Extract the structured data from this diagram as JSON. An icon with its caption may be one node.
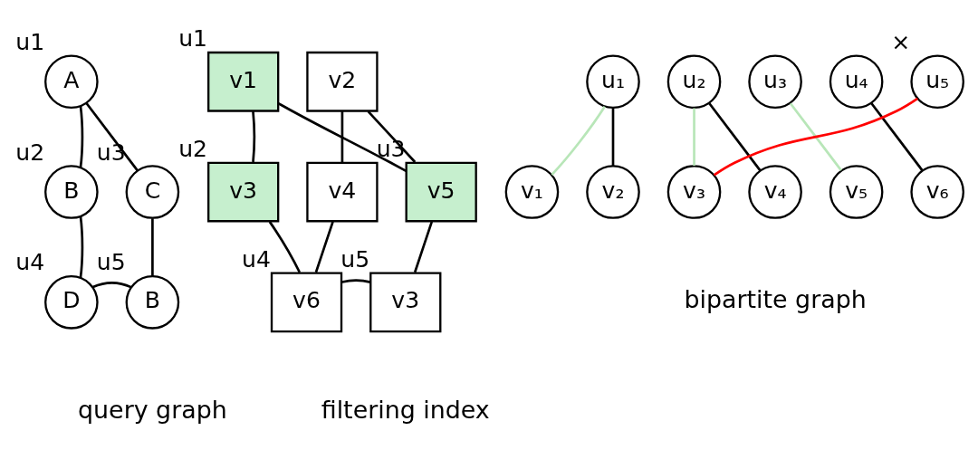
{
  "diagram": {
    "nodes": [
      {
        "text": [
          "A"
        ],
        "beside": [
          "u1"
        ]
      },
      {
        "text": [
          "B"
        ],
        "beside": [
          "u2"
        ]
      },
      {
        "text": [
          "C"
        ],
        "beside": [
          "u3"
        ]
      },
      {
        "text": [
          "D"
        ],
        "beside": [
          "u4"
        ]
      },
      {
        "text": [
          "B"
        ],
        "beside": [
          "u5"
        ]
      },
      {
        "text": [
          "v1"
        ],
        "beside": [
          "u1"
        ]
      },
      {
        "text": [
          "v2"
        ]
      },
      {
        "text": [
          "v3"
        ],
        "beside": [
          "u2"
        ]
      },
      {
        "text": [
          "v4"
        ]
      },
      {
        "text": [
          "v5"
        ],
        "beside": [
          "u3"
        ]
      },
      {
        "text": [
          "v6"
        ],
        "beside": [
          "u4"
        ]
      },
      {
        "text": [
          "v3"
        ],
        "beside": [
          "u5"
        ]
      },
      {
        "text": [
          "u₁"
        ]
      },
      {
        "text": [
          "u₂"
        ]
      },
      {
        "text": [
          "u₃"
        ]
      },
      {
        "text": [
          "u₄"
        ]
      },
      {
        "text": [
          "u₅"
        ],
        "beside": [
          "×"
        ]
      },
      {
        "text": [
          "v₁"
        ]
      },
      {
        "text": [
          "v₂"
        ]
      },
      {
        "text": [
          "v₃"
        ]
      },
      {
        "text": [
          "v₄"
        ]
      },
      {
        "text": [
          "v₅"
        ]
      },
      {
        "text": [
          "v₆"
        ]
      }
    ],
    "edges": [
      {
        "from": 0,
        "to": 1,
        "arrow": "none"
      },
      {
        "from": 0,
        "to": 2,
        "arrow": "none"
      },
      {
        "from": 1,
        "to": 3,
        "arrow": "none"
      },
      {
        "from": 2,
        "to": 4,
        "arrow": "none"
      },
      {
        "from": 3,
        "to": 4,
        "arrow": "none"
      },
      {
        "from": 5,
        "to": 7,
        "arrow": "none"
      },
      {
        "from": 5,
        "to": 9,
        "arrow": "none"
      },
      {
        "from": 6,
        "to": 8,
        "arrow": "none"
      },
      {
        "from": 6,
        "to": 9,
        "arrow": "none"
      },
      {
        "from": 7,
        "to": 10,
        "arrow": "none"
      },
      {
        "from": 8,
        "to": 10,
        "arrow": "none"
      },
      {
        "from": 9,
        "to": 11,
        "arrow": "none"
      },
      {
        "from": 10,
        "to": 11,
        "arrow": "none"
      },
      {
        "from": 12,
        "to": 17,
        "arrow": "none",
        "color": "#b8e6b8"
      },
      {
        "from": 12,
        "to": 18,
        "arrow": "none"
      },
      {
        "from": 13,
        "to": 19,
        "arrow": "none",
        "color": "#b8e6b8"
      },
      {
        "from": 13,
        "to": 20,
        "arrow": "none"
      },
      {
        "from": 14,
        "to": 21,
        "arrow": "none",
        "color": "#b8e6b8"
      },
      {
        "from": 15,
        "to": 22,
        "arrow": "none"
      },
      {
        "from": 16,
        "to": 19,
        "arrow": "none",
        "color": "#ff0000"
      }
    ],
    "labels": [
      "query graph",
      "filtering index",
      "bipartite graph"
    ]
  }
}
